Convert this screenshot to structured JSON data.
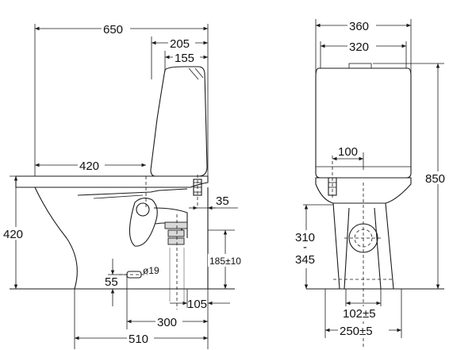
{
  "side_view": {
    "dim_overall_width": "650",
    "dim_tank_depth": "205",
    "dim_tank_inner": "155",
    "dim_seat_to_wall": "420",
    "dim_height": "420",
    "dim_inlet_offset": "35",
    "dim_outlet_height": "185±10",
    "dim_hole_diameter": "ø19",
    "dim_hole_height": "55",
    "dim_outlet_wall": "105",
    "dim_fixing_to_wall": "300",
    "dim_base_length": "510"
  },
  "front_view": {
    "dim_tank_width": "360",
    "dim_tank_inner_width": "320",
    "dim_inlet_width": "100",
    "dim_total_height": "850",
    "dim_outlet_height_min": "310",
    "dim_outlet_height_sep": "-",
    "dim_outlet_height_max": "345",
    "dim_fixing_spacing": "102±5",
    "dim_base_width": "250±5"
  }
}
